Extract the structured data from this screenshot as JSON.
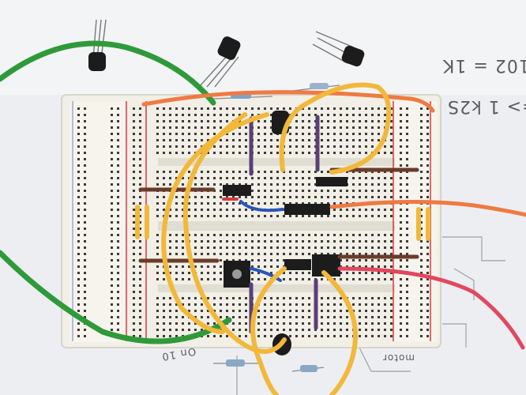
{
  "photo": {
    "subject": "breadboard-with-transistors",
    "colors": {
      "paper": "#f3f3f4",
      "board": "#f1efe6",
      "board_edge": "#d8d4c8",
      "hole": "#3b3b3b",
      "rail_red": "#d73c3c",
      "rail_blue": "#5a78c8",
      "wire_yellow": "#f2b83a",
      "wire_green": "#2f9a3a",
      "wire_orange": "#ef7a43",
      "wire_red": "#e2475f",
      "wire_brown": "#6b3b2a",
      "wire_purple": "#5a3f77",
      "wire_blue": "#2a56b8",
      "component_black": "#1c1c1c"
    }
  },
  "handwriting": {
    "top_right_1": "102 = 1K",
    "top_right_2": "=> 1 k2S",
    "bottom_left": "On 10",
    "bottom_right": "motor"
  }
}
